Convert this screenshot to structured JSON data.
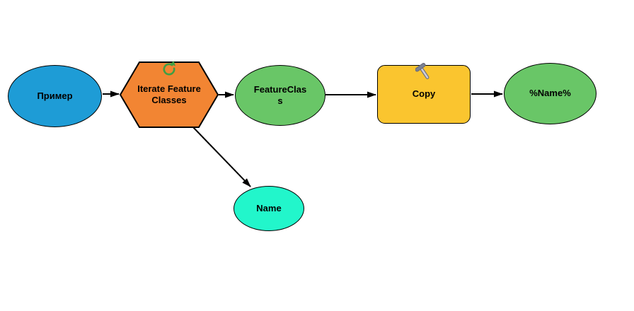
{
  "canvas": {
    "background": "#FFFFFF"
  },
  "colors": {
    "connector": "#000000",
    "node_border": "#000000",
    "label_text": "#000000"
  },
  "nodes": {
    "input_example": {
      "label": "Пример",
      "shape": "ellipse",
      "fill": "#1E9CD6"
    },
    "iterator": {
      "label": "Iterate Feature\nClasses",
      "shape": "hexagon",
      "fill": "#F28533",
      "icon": "loop-icon"
    },
    "feature_class": {
      "label": "FeatureClas\ns",
      "shape": "ellipse",
      "fill": "#69C667"
    },
    "copy_tool": {
      "label": "Copy",
      "shape": "rounded-rectangle",
      "fill": "#FAC52F",
      "icon": "hammer-icon"
    },
    "name_percent": {
      "label": "%Name%",
      "shape": "ellipse",
      "fill": "#69C667"
    },
    "name": {
      "label": "Name",
      "shape": "ellipse",
      "fill": "#22F6CB"
    }
  },
  "icons": {
    "loop": {
      "name": "loop-icon",
      "color": "#3F9E44"
    },
    "hammer": {
      "name": "hammer-icon",
      "head_color": "#7A8294",
      "handle_color": "#CDCDD9",
      "outline_color": "#6A6A7C"
    }
  },
  "connectors": [
    {
      "from": "input_example",
      "to": "iterator"
    },
    {
      "from": "iterator",
      "to": "feature_class"
    },
    {
      "from": "feature_class",
      "to": "copy_tool"
    },
    {
      "from": "copy_tool",
      "to": "name_percent"
    },
    {
      "from": "iterator",
      "to": "name"
    }
  ]
}
